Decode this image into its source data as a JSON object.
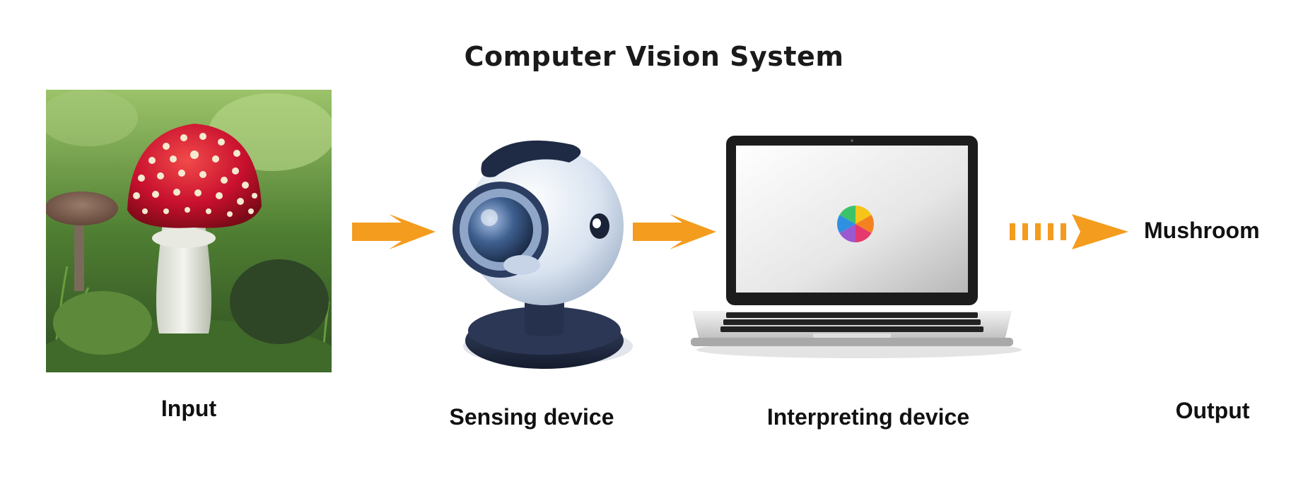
{
  "diagram": {
    "title": "Computer Vision System",
    "stages": {
      "input": "Input",
      "sensing": "Sensing device",
      "interpreting": "Interpreting device",
      "output": "Output"
    },
    "result": "Mushroom"
  },
  "icons": {
    "input_image": "mushroom-photo",
    "sensor": "webcam-icon",
    "interpreter": "laptop-icon",
    "loading": "spinner-icon"
  },
  "colors": {
    "arrow": "#f39c1e",
    "mushroom_cap": "#c8102e",
    "webcam_dark": "#1f2a44",
    "text": "#111111"
  }
}
